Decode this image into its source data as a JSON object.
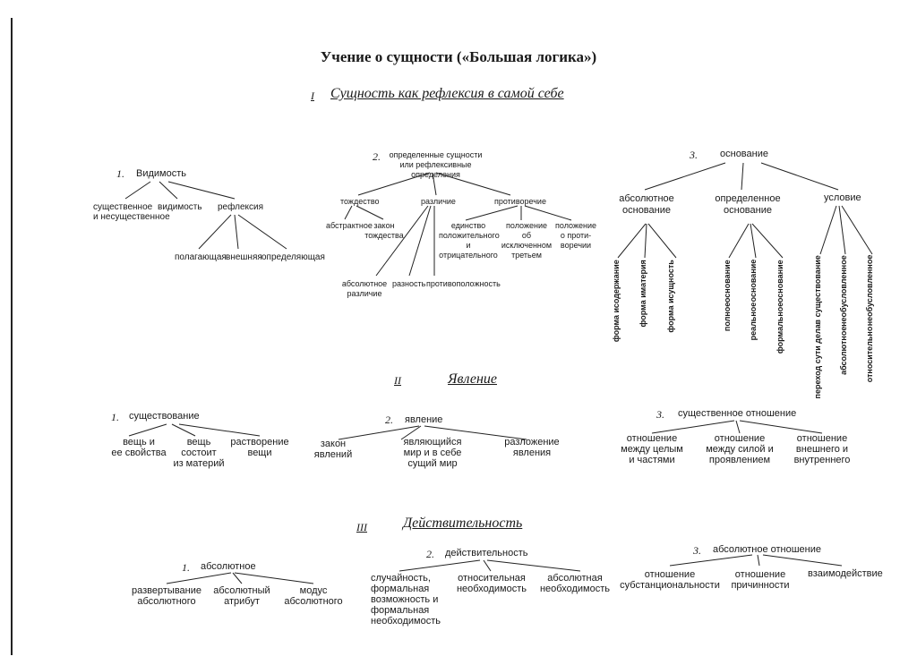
{
  "title": "Учение о сущности («Большая логика»)",
  "sections": {
    "s1": {
      "num": "I",
      "title": "Сущность как рефлексия в самой себе"
    },
    "s2": {
      "num": "II",
      "title": "Явление"
    },
    "s3": {
      "num": "III",
      "title": "Действительность"
    }
  },
  "t1": {
    "num": "1.",
    "root": "Видимость",
    "children": [
      "существенное\nи несущественное",
      "видимость",
      "рефлексия"
    ],
    "grand": [
      "полагающая",
      "внешняя",
      "определяющая"
    ]
  },
  "t2": {
    "num": "2.",
    "root": "определенные сущности\nили рефлексивные определения",
    "children": [
      "тождество",
      "различие",
      "противоречие"
    ],
    "tozh": [
      "абстрактное",
      "закон\nтождества"
    ],
    "razl": [
      "абсолютное\nразличие",
      "разность",
      "противоположность"
    ],
    "protiv": [
      "единство\nположительного\nи отрицательного",
      "положение\nоб исключенном\nтретьем",
      "положение\nо проти-\nворечии"
    ]
  },
  "t3": {
    "num": "3.",
    "root": "основание",
    "children": [
      "абсолютное\nоснование",
      "определенное\nоснование",
      "условие"
    ],
    "abs": [
      [
        "форма и",
        "содержание"
      ],
      [
        "форма и",
        "материя"
      ],
      [
        "форма и",
        "сущность"
      ]
    ],
    "opr": [
      [
        "полное",
        "основание"
      ],
      [
        "реальное",
        "основание"
      ],
      [
        "формальное",
        "основание"
      ]
    ],
    "usl": [
      [
        "переход сути дела",
        "в существование"
      ],
      [
        "абсолютное",
        "необусловленное"
      ],
      [
        "относительно",
        "необусловленное"
      ]
    ]
  },
  "t4": {
    "num": "1.",
    "root": "существование",
    "children": [
      "вещь и\nее свойства",
      "вещь\nсостоит\nиз материй",
      "растворение\nвещи"
    ]
  },
  "t5": {
    "num": "2.",
    "root": "явление",
    "children": [
      "закон\nявлений",
      "являющийся\nмир и в себе\nсущий мир",
      "разложение\nявления"
    ]
  },
  "t6": {
    "num": "3.",
    "root": "существенное отношение",
    "children": [
      "отношение\nмежду целым\nи частями",
      "отношение\nмежду силой и\nпроявлением",
      "отношение\nвнешнего и\nвнутреннего"
    ]
  },
  "t7": {
    "num": "1.",
    "root": "абсолютное",
    "children": [
      "развертывание\nабсолютного",
      "абсолютный\nатрибут",
      "модус\nабсолютного"
    ]
  },
  "t8": {
    "num": "2.",
    "root": "действительность",
    "children": [
      "случайность,\nформальная\nвозможность и\nформальная\nнеобходимость",
      "относительная\nнеобходимость",
      "абсолютная\nнеобходимость"
    ]
  },
  "t9": {
    "num": "3.",
    "root": "абсолютное отношение",
    "children": [
      "отношение\nсубстанциональности",
      "отношение\nпричинности",
      "взаимодействие"
    ]
  }
}
